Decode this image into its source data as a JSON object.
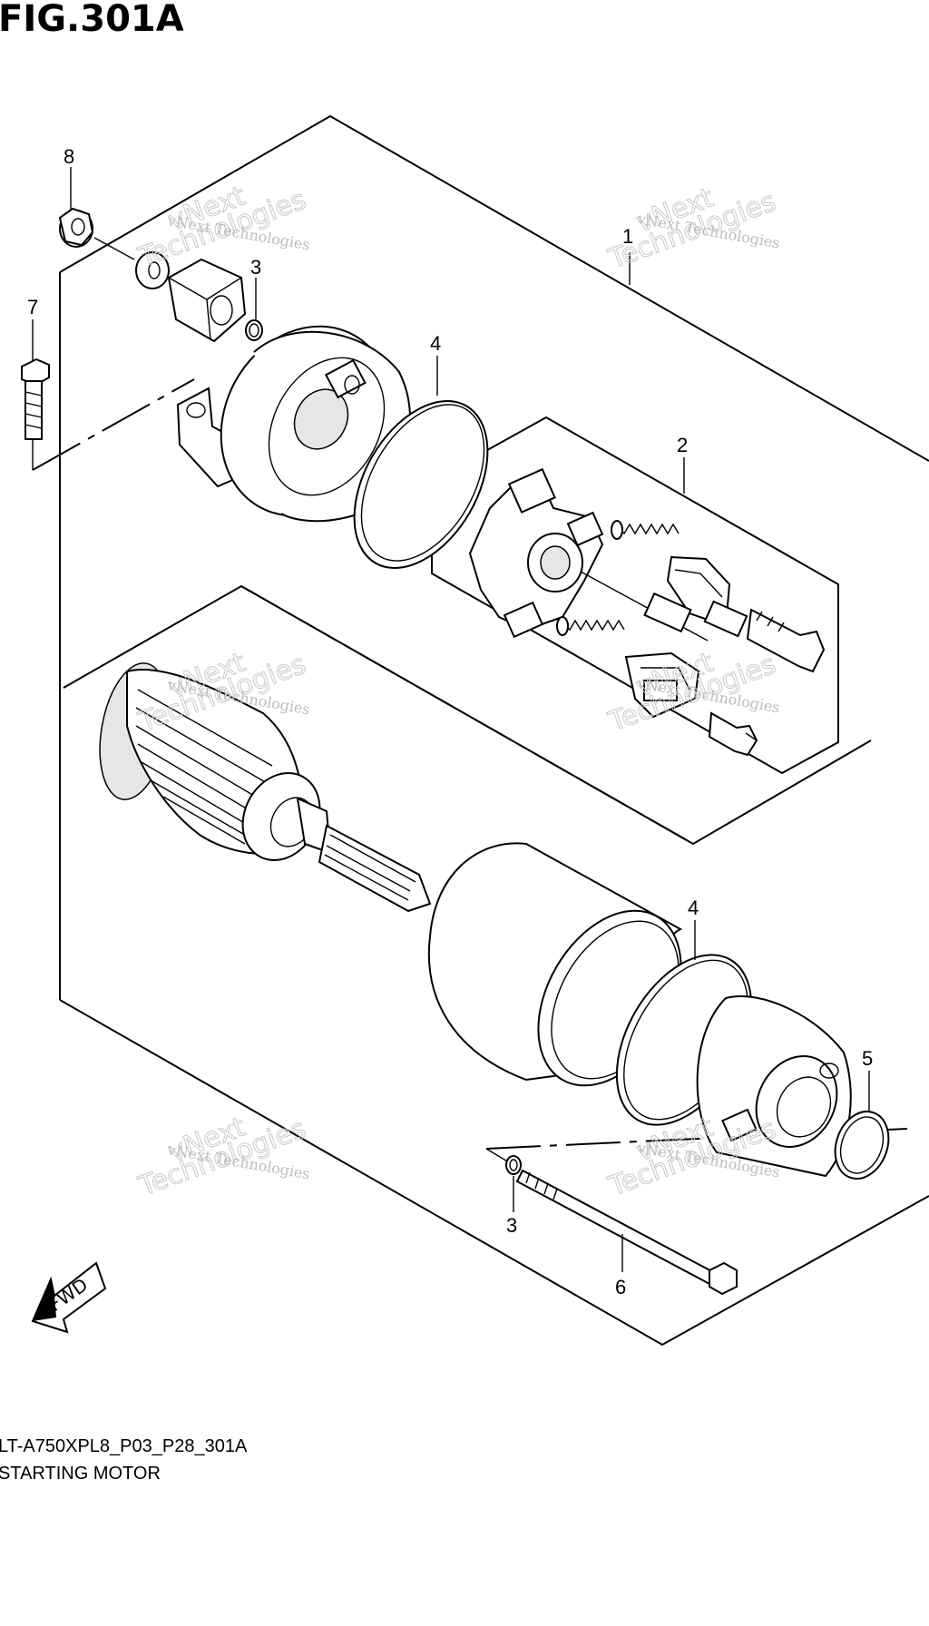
{
  "figure": {
    "title": "FIG.301A",
    "model_code": "LT-A750XPL8_P03_P28_301A",
    "assembly_name": "STARTING MOTOR"
  },
  "callouts": [
    {
      "id": "callout-1",
      "label": "1"
    },
    {
      "id": "callout-2",
      "label": "2"
    },
    {
      "id": "callout-3a",
      "label": "3"
    },
    {
      "id": "callout-3b",
      "label": "3"
    },
    {
      "id": "callout-4a",
      "label": "4"
    },
    {
      "id": "callout-4b",
      "label": "4"
    },
    {
      "id": "callout-5",
      "label": "5"
    },
    {
      "id": "callout-6",
      "label": "6"
    },
    {
      "id": "callout-7",
      "label": "7"
    },
    {
      "id": "callout-8",
      "label": "8"
    }
  ],
  "watermark": {
    "line1": "vNext Technologies",
    "line2": "vNext",
    "line3": "Technologies"
  },
  "direction_badge": {
    "label": "FWD",
    "icon": "arrow-left-down-icon"
  }
}
